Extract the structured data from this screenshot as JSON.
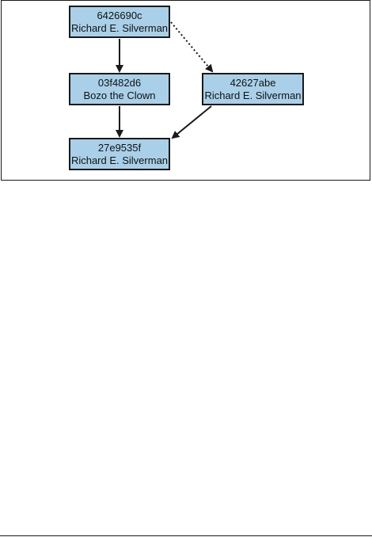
{
  "diagram": {
    "nodes": [
      {
        "id": "6426690c",
        "hash": "6426690c",
        "author": "Richard E. Silverman"
      },
      {
        "id": "03f482d6",
        "hash": "03f482d6",
        "author": "Bozo the Clown"
      },
      {
        "id": "42627abe",
        "hash": "42627abe",
        "author": "Richard E. Silverman"
      },
      {
        "id": "27e9535f",
        "hash": "27e9535f",
        "author": "Richard E. Silverman"
      }
    ],
    "edges": [
      {
        "from": "6426690c",
        "to": "03f482d6",
        "style": "solid"
      },
      {
        "from": "6426690c",
        "to": "42627abe",
        "style": "dotted"
      },
      {
        "from": "03f482d6",
        "to": "27e9535f",
        "style": "solid"
      },
      {
        "from": "42627abe",
        "to": "27e9535f",
        "style": "solid"
      }
    ],
    "colors": {
      "node_fill": "#a9d0e8",
      "node_border": "#1a1a1a",
      "arrow": "#1a1a1a"
    }
  }
}
